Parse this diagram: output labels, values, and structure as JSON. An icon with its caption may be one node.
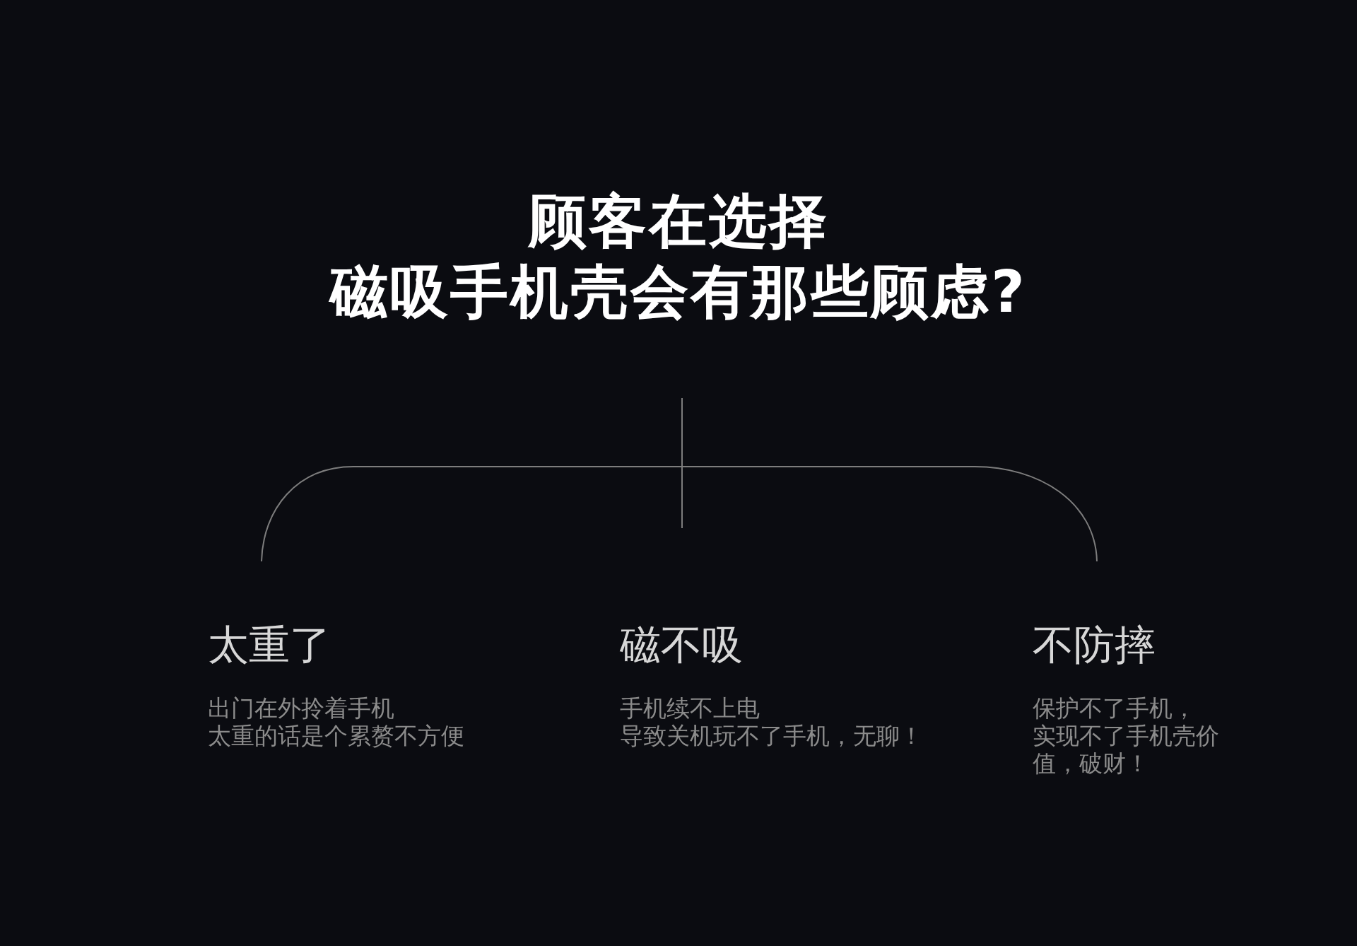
{
  "diagram": {
    "labels": [
      "顾客在选择",
      "磁吸手机壳会有那些顾虑?",
      "太重了",
      "出门在外拎着手机",
      "太重的话是个累赘不方便",
      "磁不吸",
      "手机续不上电",
      "导致关机玩不了手机，无聊！",
      "不防摔",
      "保护不了手机，",
      "实现不了手机壳价值，破财！"
    ]
  }
}
